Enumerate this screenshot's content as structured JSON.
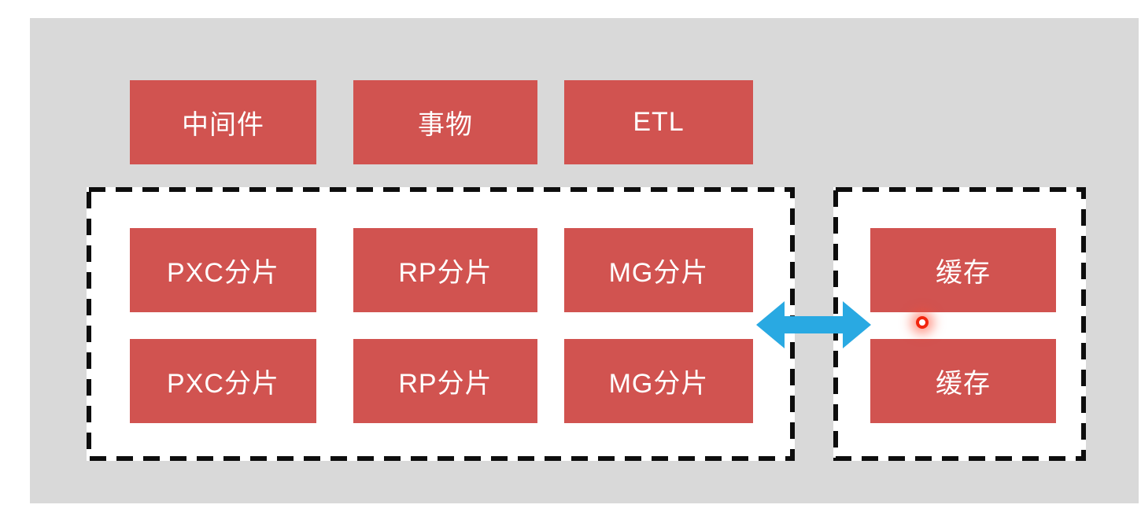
{
  "diagram": {
    "top_row": [
      {
        "label": "中间件"
      },
      {
        "label": "事物"
      },
      {
        "label": "ETL"
      }
    ],
    "shard_cluster": {
      "rows": [
        [
          {
            "label": "PXC分片"
          },
          {
            "label": "RP分片"
          },
          {
            "label": "MG分片"
          }
        ],
        [
          {
            "label": "PXC分片"
          },
          {
            "label": "RP分片"
          },
          {
            "label": "MG分片"
          }
        ]
      ]
    },
    "cache_cluster": {
      "boxes": [
        {
          "label": "缓存"
        },
        {
          "label": "缓存"
        }
      ]
    },
    "connector": {
      "type": "double-headed-arrow",
      "color": "#29a9e2"
    },
    "pointer": {
      "type": "laser-dot",
      "color": "#f2250d"
    }
  },
  "colors": {
    "page_bg": "#ffffff",
    "canvas_bg": "#d9d9d9",
    "node_fill": "#d15350",
    "node_text": "#ffffff",
    "dash_border": "#0d0d0d"
  }
}
